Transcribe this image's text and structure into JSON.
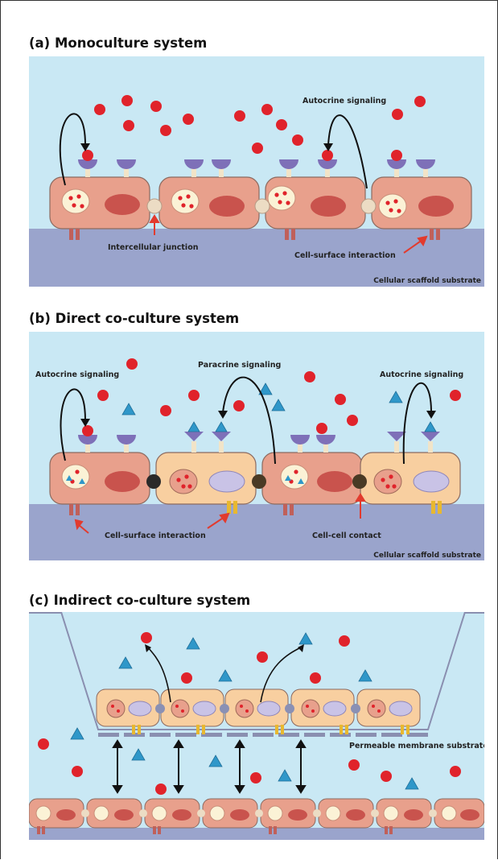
{
  "panels": {
    "a": {
      "title": "(a) Monoculture system",
      "labels": {
        "autocrine": "Autocrine signaling",
        "junction": "Intercellular junction",
        "surface": "Cell-surface interaction",
        "substrate": "Cellular scaffold substrate"
      }
    },
    "b": {
      "title": "(b) Direct co-culture system",
      "labels": {
        "autocrine_left": "Autocrine signaling",
        "paracrine": "Paracrine signaling",
        "autocrine_right": "Autocrine signaling",
        "surface": "Cell-surface interaction",
        "contact": "Cell-cell contact",
        "substrate": "Cellular scaffold substrate"
      }
    },
    "c": {
      "title": "(c) Indirect co-culture system",
      "labels": {
        "membrane": "Permeable membrane substrate"
      }
    }
  },
  "colors": {
    "medium": "#c9e8f4",
    "substrate": "#9aa4cc",
    "cell_pink": "#e8a08c",
    "cell_peach": "#f8cfa0",
    "nucleus_pink": "#c9534d",
    "nucleus_lilac": "#c9c3e6",
    "ligand_red": "#e0232b",
    "ligand_blue": "#2f97c9",
    "receptor": "#7e70b8",
    "anchor_brown": "#c0605a",
    "anchor_yellow": "#e8b830",
    "arrow_red": "#e23b2e"
  }
}
